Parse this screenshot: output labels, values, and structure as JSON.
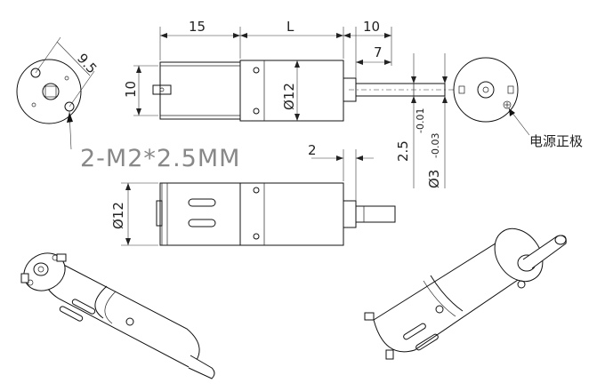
{
  "dimensions": {
    "d15": "15",
    "dL": "L",
    "d10_top": "10",
    "d7": "7",
    "d10_side": "10",
    "d12_top": "Ø12",
    "d12_side": "Ø12",
    "d9_5": "9.5",
    "d2": "2",
    "d2_5": "2.5",
    "d2_5_tol": "-0.01",
    "d3": "Ø3",
    "d3_tol": "-0.03"
  },
  "notes": {
    "screw_spec": "2-M2*2.5MM",
    "power_positive": "电源正极"
  }
}
